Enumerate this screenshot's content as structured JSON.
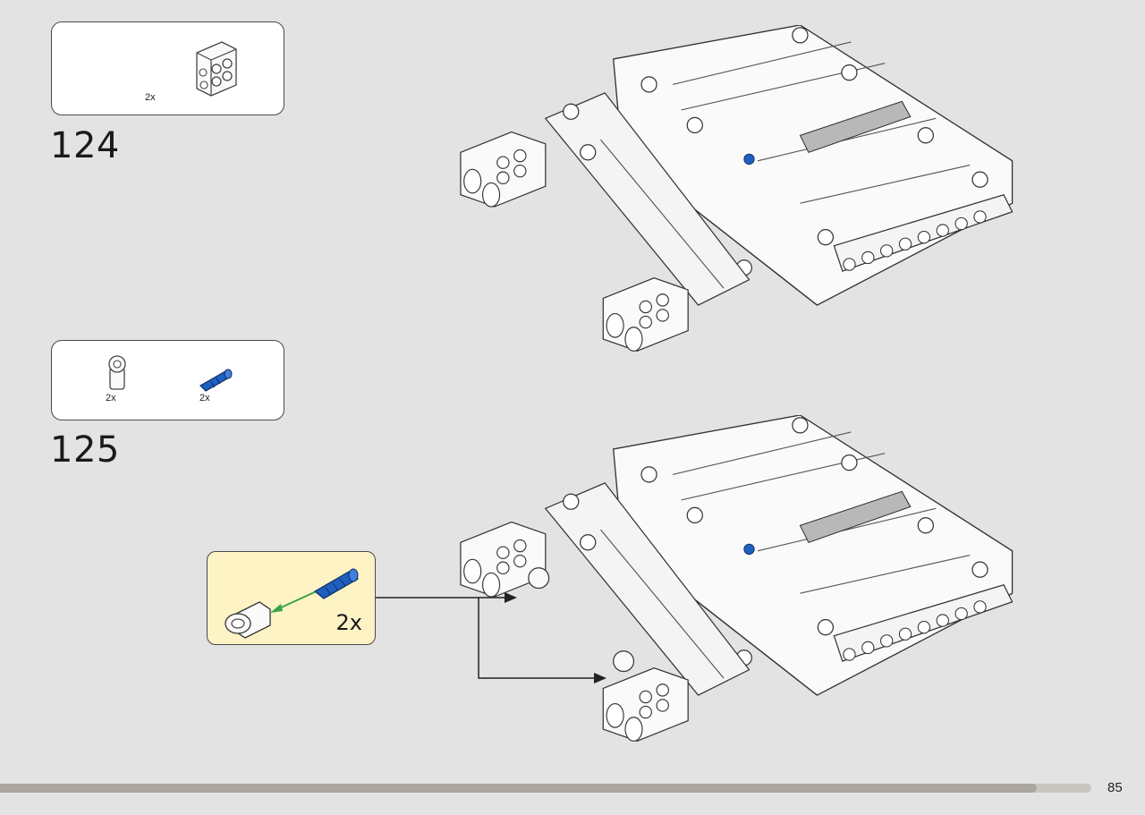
{
  "steps": [
    {
      "number": "124",
      "parts": [
        {
          "icon": "cross-block-icon",
          "quantity": "2x",
          "color": "#ffffff"
        }
      ]
    },
    {
      "number": "125",
      "parts": [
        {
          "icon": "connector-peg-icon",
          "quantity": "2x",
          "color": "#ffffff"
        },
        {
          "icon": "axle-pin-icon",
          "quantity": "2x",
          "color": "#1f5fbf"
        }
      ],
      "callout": {
        "quantity": "2x",
        "arrow_color": "#3aa34a"
      }
    }
  ],
  "page": {
    "number": "85",
    "progress": 0.95
  },
  "colors": {
    "background": "#e3e3e3",
    "callout_bg": "#fdf3c4",
    "part_white": "#ffffff",
    "part_blue": "#1f5fbf"
  }
}
